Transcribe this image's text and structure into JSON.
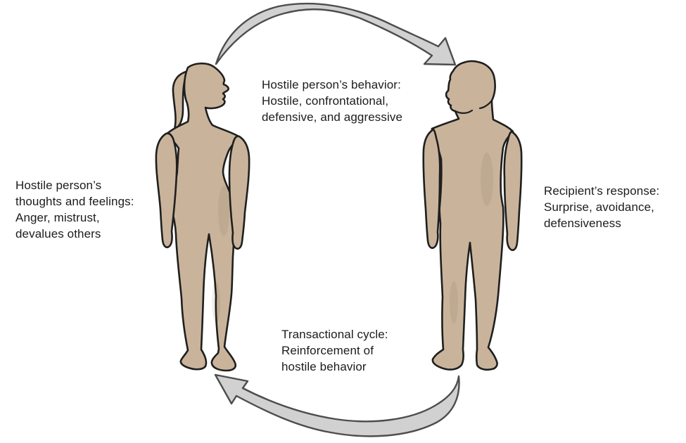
{
  "diagram": {
    "labels": {
      "hostile_thoughts": "Hostile person’s\nthoughts and feelings:\nAnger, mistrust,\ndevalues others",
      "hostile_behavior": "Hostile person’s behavior:\nHostile, confrontational,\ndefensive, and aggressive",
      "recipient_response": "Recipient’s response:\nSurprise, avoidance,\ndefensiveness",
      "transactional_cycle": "Transactional cycle:\nReinforcement of\nhostile behavior"
    },
    "figures": [
      {
        "name": "hostile-person-figure",
        "description": "woman silhouette, profile facing right, ponytail"
      },
      {
        "name": "recipient-figure",
        "description": "man silhouette, frontal, head turned left"
      }
    ],
    "arrows": [
      {
        "name": "top-arrow",
        "from": "hostile-person-figure",
        "to": "recipient-figure"
      },
      {
        "name": "bottom-arrow",
        "from": "recipient-figure",
        "to": "hostile-person-figure"
      }
    ],
    "colors": {
      "background": "#ffffff",
      "skin": "#c9b49b",
      "outline": "#1f1f1f",
      "arrow_fill": "#d1d1d1",
      "arrow_stroke": "#4d4d4d",
      "text": "#1c1c1c"
    }
  }
}
